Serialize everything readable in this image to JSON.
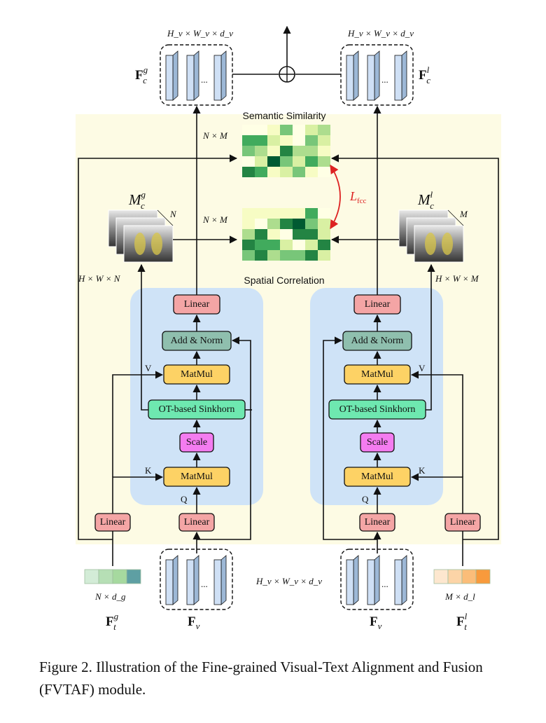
{
  "colors": {
    "background_panel": "#fdfbe4",
    "attention_panel": "#cfe3f7",
    "linear": "#f4a5a5",
    "add_norm": "#8fbfae",
    "matmul": "#fdd265",
    "sinkhorn": "#6ee8b0",
    "scale": "#f47cf0",
    "feature_slab": "#cfe0f5",
    "loss_arrow": "#dd2222"
  },
  "left_module": {
    "linear_top": "Linear",
    "add_norm": "Add & Norm",
    "matmul_top": "MatMul",
    "sinkhorn": "OT-based Sinkhorn",
    "scale": "Scale",
    "matmul_bottom": "MatMul",
    "linear_text": "Linear",
    "linear_visual": "Linear",
    "v_label": "V",
    "k_label": "K",
    "q_label": "Q"
  },
  "right_module": {
    "linear_top": "Linear",
    "add_norm": "Add & Norm",
    "matmul_top": "MatMul",
    "sinkhorn": "OT-based Sinkhorn",
    "scale": "Scale",
    "matmul_bottom": "MatMul",
    "linear_text": "Linear",
    "linear_visual": "Linear",
    "v_label": "V",
    "k_label": "K",
    "q_label": "Q"
  },
  "dims": {
    "top_left": "H_v × W_v × d_v",
    "top_right": "H_v × W_v × d_v",
    "middle": "H_v × W_v × d_v",
    "nm_top": "N × M",
    "nm_bottom": "N × M",
    "hwn": "H × W × N",
    "hwm": "H × W × M",
    "n": "N",
    "m": "M",
    "n_dg": "N × d_g",
    "m_dl": "M × d_l"
  },
  "labels": {
    "semantic_similarity": "Semantic Similarity",
    "spatial_correlation": "Spatial Correlation",
    "loss": "L",
    "loss_sub": "fcc",
    "ellipsis": "...",
    "F_c_g": "F",
    "F_c_g_sup": "g",
    "F_c_g_sub": "c",
    "F_c_l": "F",
    "F_c_l_sup": "l",
    "F_c_l_sub": "c",
    "M_c_g": "M",
    "M_c_g_sup": "g",
    "M_c_g_sub": "c",
    "M_c_l": "M",
    "M_c_l_sup": "l",
    "M_c_l_sub": "c",
    "F_t_g": "F",
    "F_t_g_sup": "g",
    "F_t_g_sub": "t",
    "F_t_l": "F",
    "F_t_l_sup": "l",
    "F_t_l_sub": "t",
    "F_v_left": "F",
    "F_v_left_sub": "v",
    "F_v_right": "F",
    "F_v_right_sub": "v"
  },
  "caption": "Figure 2. Illustration of the Fine-grained Visual-Text Alignment and Fusion (FVTAF) module."
}
